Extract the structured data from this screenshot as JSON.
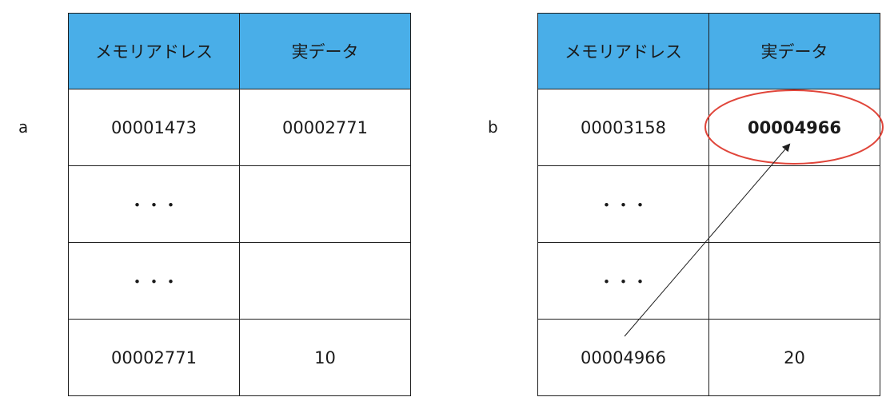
{
  "diagram_a": {
    "label": "a",
    "headers": [
      "メモリアドレス",
      "実データ"
    ],
    "rows": [
      [
        "00001473",
        "00002771"
      ],
      [
        "・・・",
        ""
      ],
      [
        "・・・",
        ""
      ],
      [
        "00002771",
        "10"
      ]
    ]
  },
  "diagram_b": {
    "label": "b",
    "headers": [
      "メモリアドレス",
      "実データ"
    ],
    "rows": [
      [
        "00003158",
        "00004966"
      ],
      [
        "・・・",
        ""
      ],
      [
        "・・・",
        ""
      ],
      [
        "00004966",
        "20"
      ]
    ]
  },
  "colors": {
    "header_bg": "#49aee8",
    "highlight_ellipse": "#e0453a",
    "arrow": "#1f1f1f"
  }
}
